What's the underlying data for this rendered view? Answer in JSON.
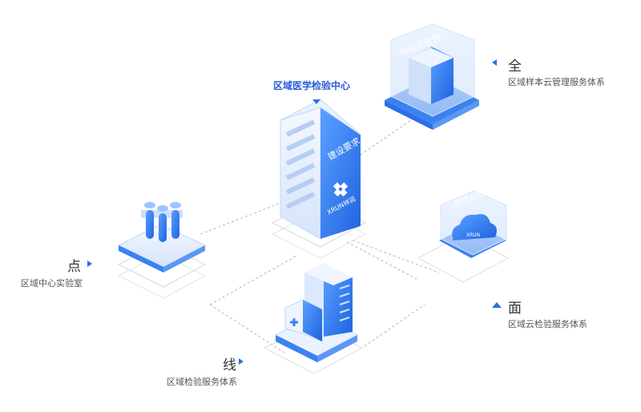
{
  "center": {
    "title": "区域医学检验中心",
    "server_label": "建设要求",
    "logo_text": "XRUN祥润"
  },
  "top_right": {
    "heading": "全",
    "desc": "区域样本云管理服务体系",
    "box_label": "祥润云管理"
  },
  "mid_right": {
    "heading": "面",
    "desc": "区域云检验服务体系",
    "box_label": "祥润云检",
    "cloud_text": "XRUN"
  },
  "left": {
    "heading": "点",
    "desc": "区域中心实验室"
  },
  "bottom": {
    "heading": "线",
    "desc": "区域检验服务体系"
  },
  "colors": {
    "accent": "#2b6fe8",
    "light": "#dbe9ff"
  }
}
